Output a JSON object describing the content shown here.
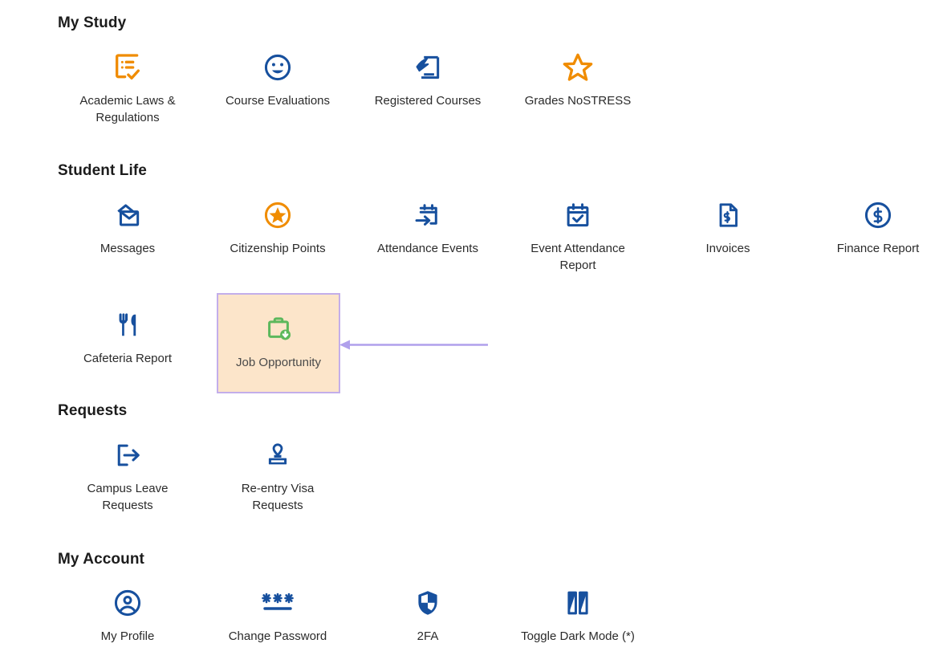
{
  "colors": {
    "blue": "#17509e",
    "orange": "#f08c00",
    "green": "#5cb85c",
    "highlight_bg": "#fce5ca",
    "highlight_border": "#c3aeea",
    "annotation": "#b0a0ec",
    "label_text": "#2b2b2b",
    "heading_text": "#1c1c1c",
    "page_bg": "#ffffff"
  },
  "sections": [
    {
      "id": "my-study",
      "title": "My Study",
      "items": [
        {
          "label": "Academic Laws &\nRegulations",
          "icon": "checklist-icon",
          "color": "orange"
        },
        {
          "label": "Course Evaluations",
          "icon": "smiley-face-icon",
          "color": "blue"
        },
        {
          "label": "Registered Courses",
          "icon": "signature-pen-icon",
          "color": "blue"
        },
        {
          "label": "Grades NoSTRESS",
          "icon": "star-outline-icon",
          "color": "orange"
        }
      ]
    },
    {
      "id": "student-life",
      "title": "Student Life",
      "items": [
        {
          "label": "Messages",
          "icon": "envelopes-icon",
          "color": "blue"
        },
        {
          "label": "Citizenship Points",
          "icon": "star-circle-icon",
          "color": "orange"
        },
        {
          "label": "Attendance Events",
          "icon": "calendar-arrow-in-icon",
          "color": "blue"
        },
        {
          "label": "Event Attendance\nReport",
          "icon": "calendar-check-icon",
          "color": "blue"
        },
        {
          "label": "Invoices",
          "icon": "document-dollar-icon",
          "color": "blue"
        },
        {
          "label": "Finance Report",
          "icon": "dollar-circle-icon",
          "color": "blue"
        },
        {
          "label": "Cafeteria Report",
          "icon": "fork-knife-icon",
          "color": "blue"
        },
        {
          "label": "Job Opportunity",
          "icon": "briefcase-download-icon",
          "color": "green",
          "highlighted": true
        }
      ]
    },
    {
      "id": "requests",
      "title": "Requests",
      "items": [
        {
          "label": "Campus Leave\nRequests",
          "icon": "exit-arrow-icon",
          "color": "blue"
        },
        {
          "label": "Re-entry Visa\nRequests",
          "icon": "stamp-icon",
          "color": "blue"
        }
      ]
    },
    {
      "id": "my-account",
      "title": "My Account",
      "items": [
        {
          "label": "My Profile",
          "icon": "user-circle-icon",
          "color": "blue"
        },
        {
          "label": "Change Password",
          "icon": "asterisks-password-icon",
          "color": "blue"
        },
        {
          "label": "2FA",
          "icon": "shield-icon",
          "color": "blue"
        },
        {
          "label": "Toggle Dark Mode (*)",
          "icon": "contrast-toggle-icon",
          "color": "blue"
        }
      ]
    }
  ],
  "annotation": {
    "type": "arrow-left",
    "points_to": "Job Opportunity",
    "color": "#b0a0ec"
  }
}
